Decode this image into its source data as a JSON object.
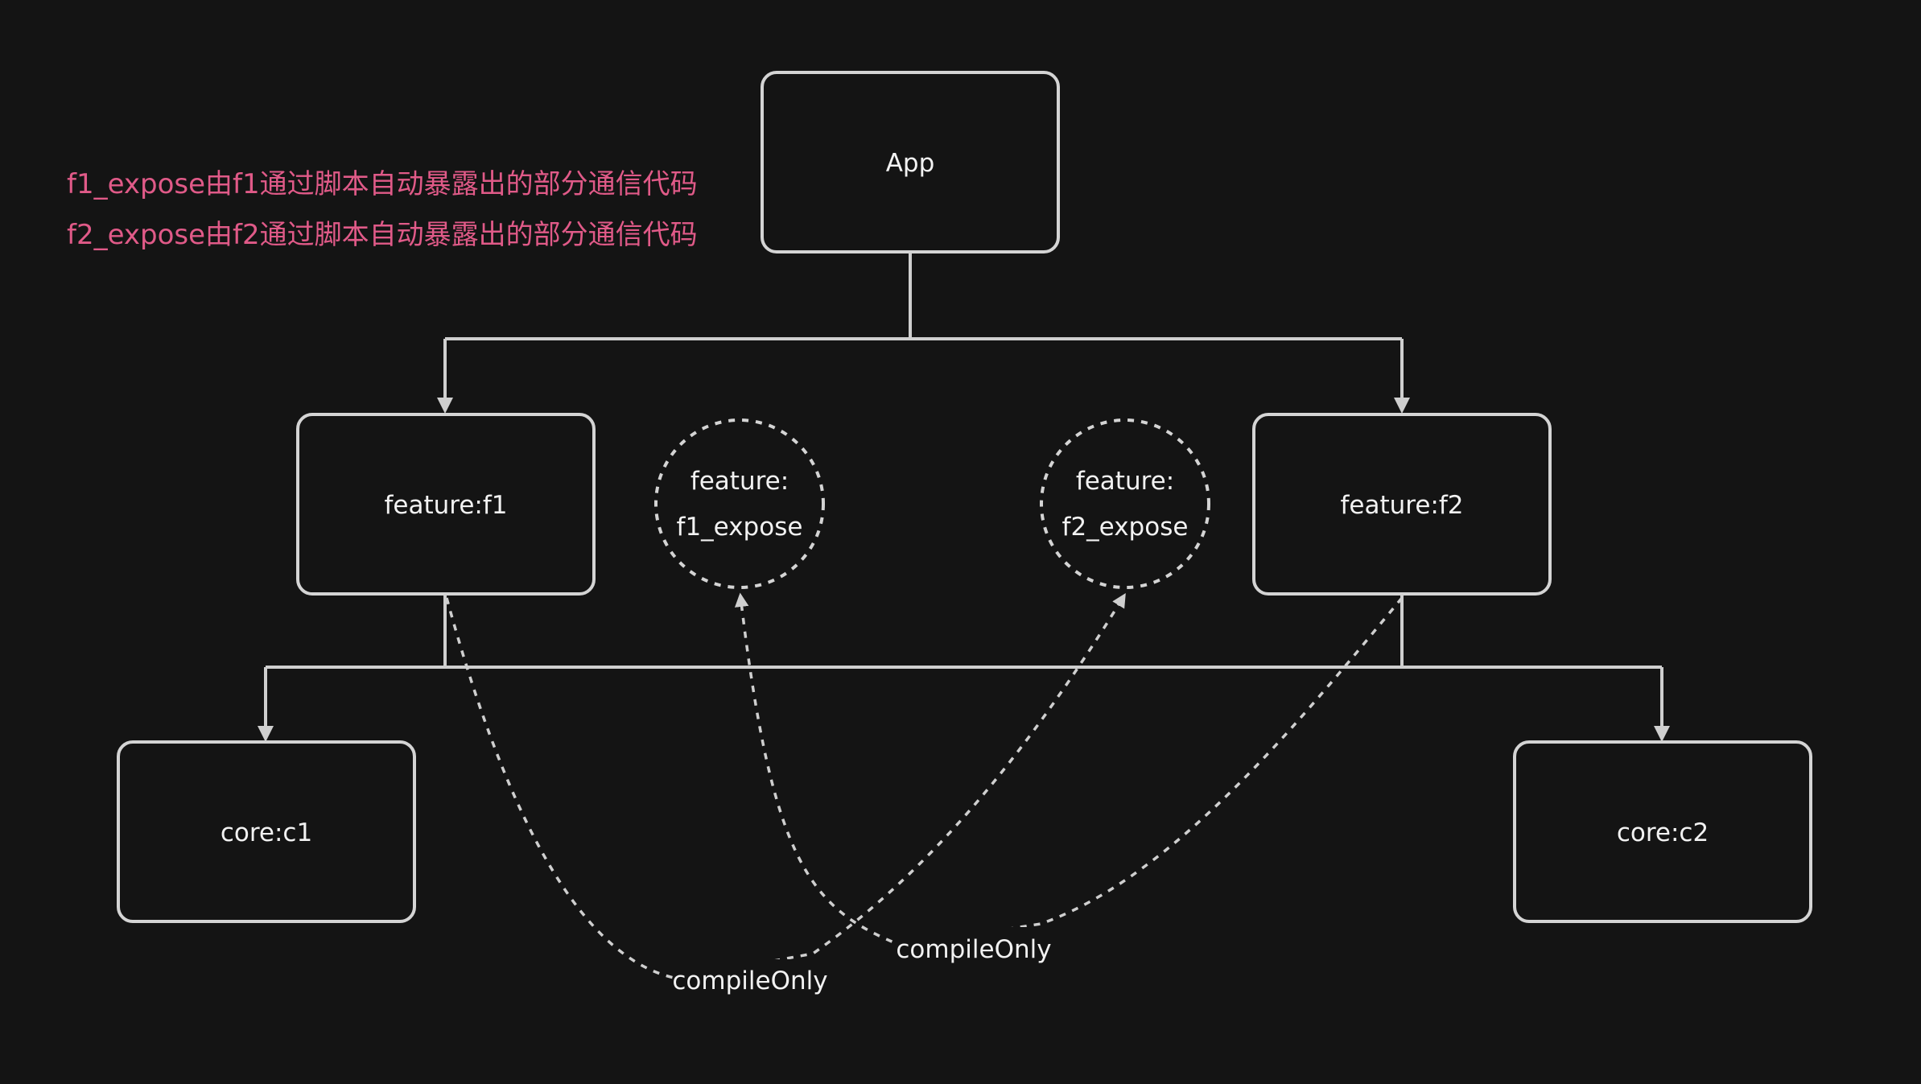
{
  "notes": [
    "f1_expose由f1通过脚本自动暴露出的部分通信代码",
    "f2_expose由f2通过脚本自动暴露出的部分通信代码"
  ],
  "nodes": {
    "app": "App",
    "feature_f1": "feature:f1",
    "feature_f2": "feature:f2",
    "core_c1": "core:c1",
    "core_c2": "core:c2",
    "f1_expose": [
      "feature:",
      "f1_expose"
    ],
    "f2_expose": [
      "feature:",
      "f2_expose"
    ]
  },
  "edge_labels": {
    "left": "compileOnly",
    "right": "compileOnly"
  },
  "colors": {
    "background": "#141414",
    "stroke": "#d4d4d4",
    "text": "#f2f2f2",
    "note": "#e05a88"
  }
}
